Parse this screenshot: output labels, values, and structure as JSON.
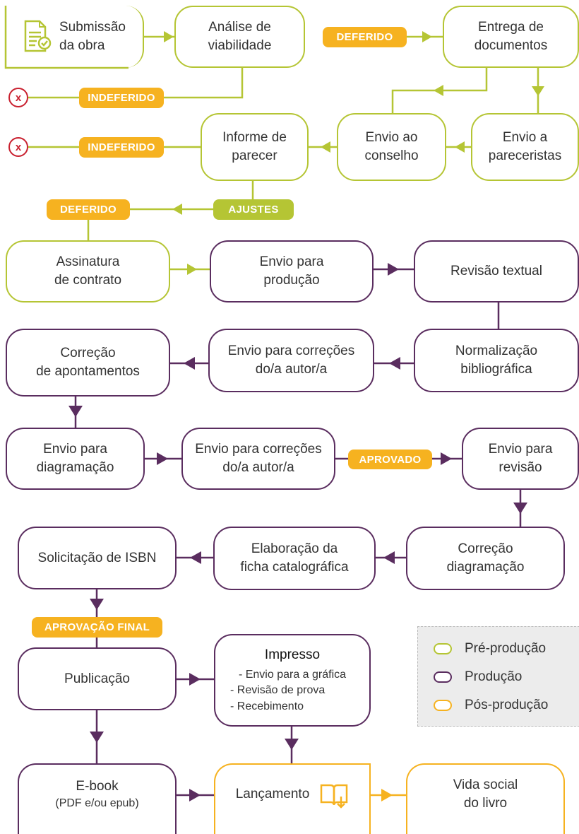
{
  "colors": {
    "pre": "#b5c534",
    "prod": "#5a2d5f",
    "pos": "#f6b220",
    "reject": "#c9202f"
  },
  "nodes": {
    "submissao": "Submissão\nda obra",
    "analise": "Análise de\nviabilidade",
    "entrega": "Entrega de\ndocumentos",
    "envio_pareceristas": "Envio a\npareceristas",
    "envio_conselho": "Envio ao\nconselho",
    "informe": "Informe de\nparecer",
    "assinatura": "Assinatura\nde contrato",
    "envio_producao": "Envio para\nprodução",
    "revisao_textual": "Revisão textual",
    "normalizacao": "Normalização\nbibliográfica",
    "envio_correcoes_1": "Envio para correções\ndo/a autor/a",
    "correcao_apontamentos": "Correção\nde apontamentos",
    "envio_diagramacao": "Envio para\ndiagramação",
    "envio_correcoes_2": "Envio para correções\ndo/a autor/a",
    "envio_revisao": "Envio para\nrevisão",
    "correcao_diagramacao": "Correção\ndiagramação",
    "ficha": "Elaboração da\nficha catalográfica",
    "isbn": "Solicitação de ISBN",
    "publicacao": "Publicação",
    "impresso_title": "Impresso",
    "impresso_items": [
      "- Envio para a gráfica",
      "- Revisão de prova",
      "- Recebimento"
    ],
    "ebook": "E-book",
    "ebook_sub": "(PDF e/ou epub)",
    "lancamento": "Lançamento",
    "vida_social": "Vida social\ndo livro"
  },
  "labels": {
    "deferido_1": "DEFERIDO",
    "indeferido_1": "INDEFERIDO",
    "indeferido_2": "INDEFERIDO",
    "deferido_2": "DEFERIDO",
    "ajustes": "AJUSTES",
    "aprovado": "APROVADO",
    "aprovacao_final": "APROVAÇÃO FINAL",
    "reject_mark": "x"
  },
  "legend": {
    "pre": "Pré-produção",
    "prod": "Produção",
    "pos": "Pós-produção"
  }
}
